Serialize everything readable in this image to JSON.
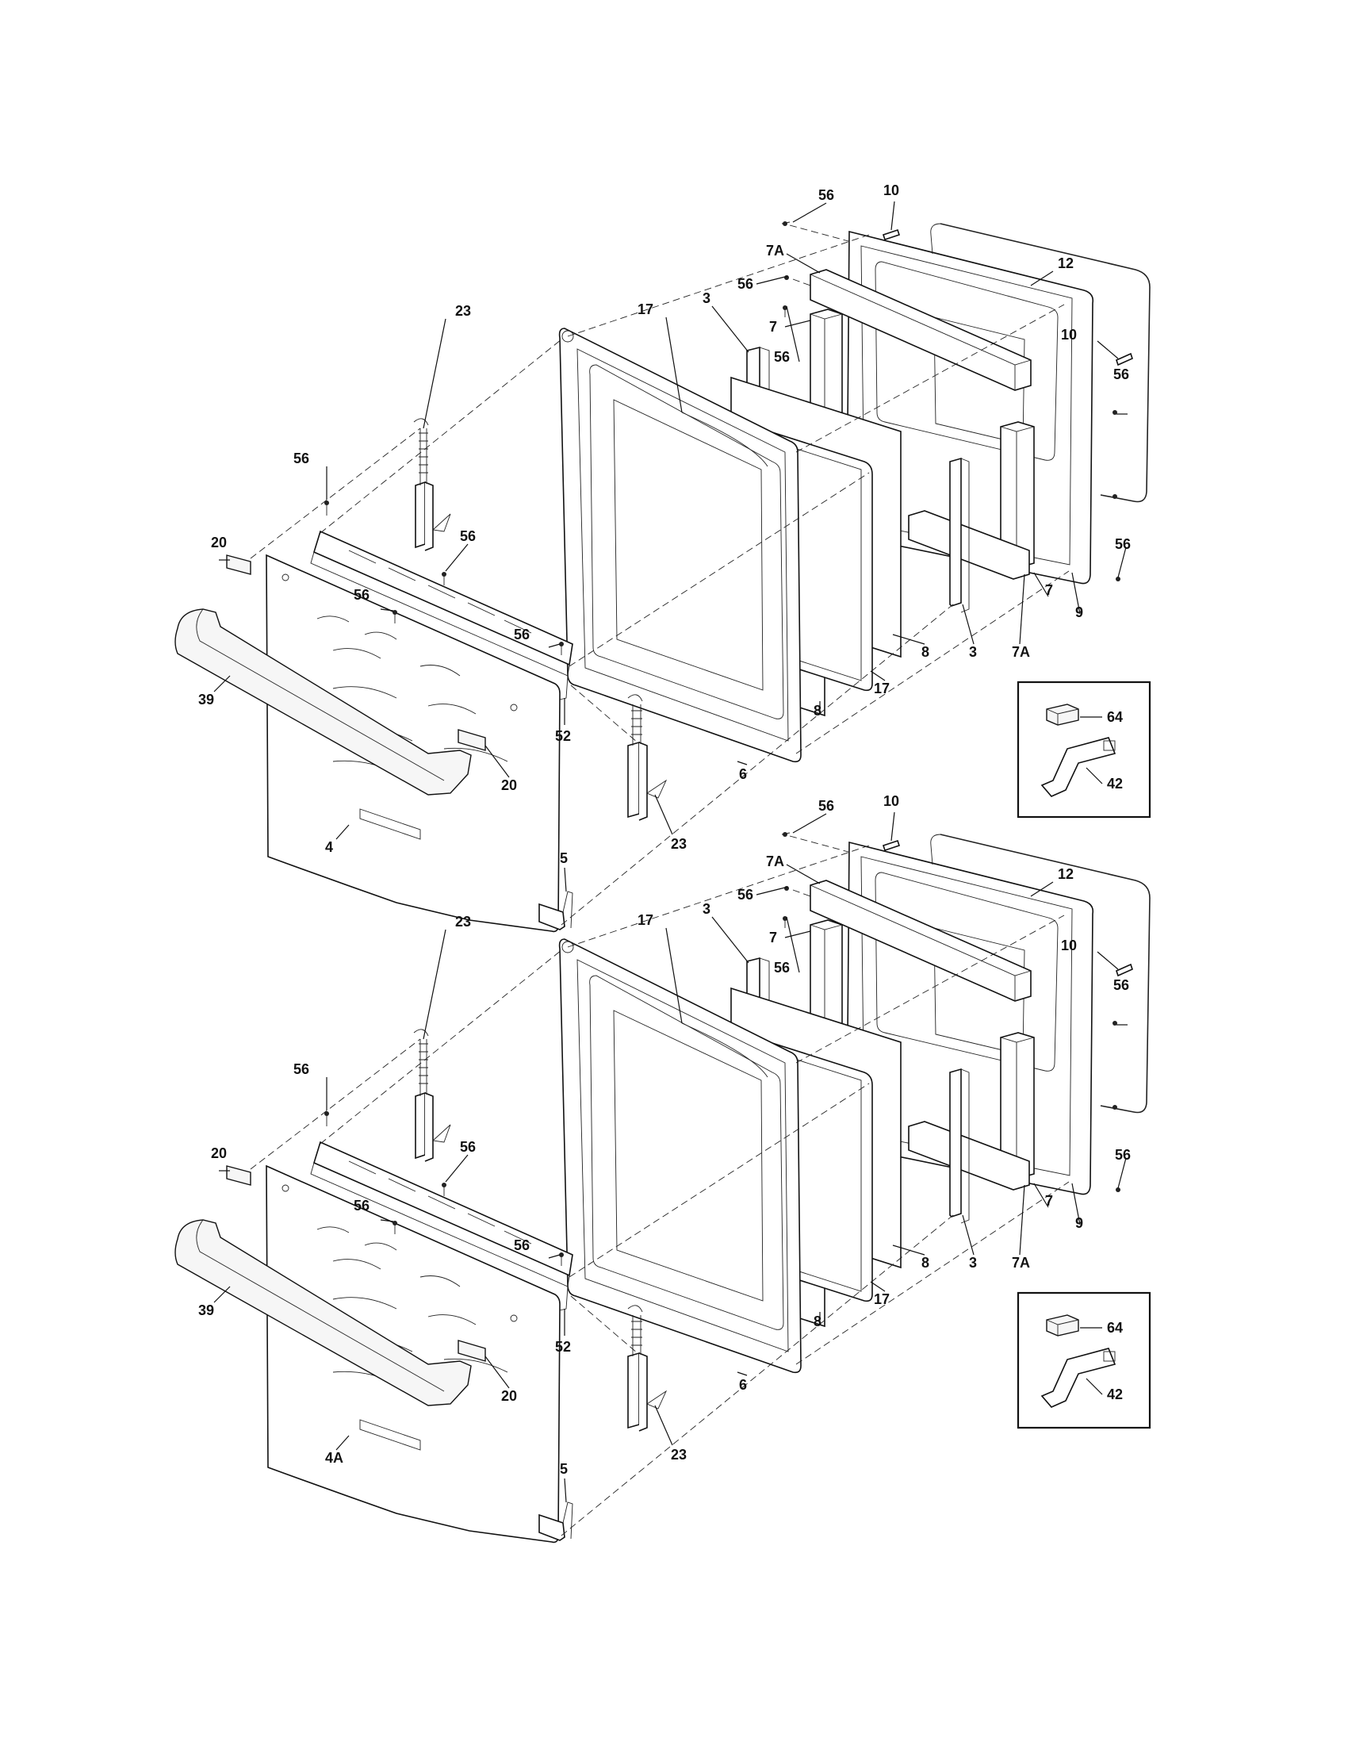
{
  "diagram": {
    "assemblies": [
      {
        "id": "upper",
        "callouts": {
          "c56_top": "56",
          "c10_top": "10",
          "c7A_top": "7A",
          "c12": "12",
          "c56_b": "56",
          "c3_top": "3",
          "c7_top": "7",
          "c10_r": "10",
          "c56_c": "56",
          "c56_r": "56",
          "c17_top": "17",
          "c23_top": "23",
          "c56_d": "56",
          "c56_e": "56",
          "c56_f": "56",
          "c56_g": "56",
          "c20_l": "20",
          "c56_rr": "56",
          "c7_bot": "7",
          "c9": "9",
          "c8_a": "8",
          "c3_bot": "3",
          "c7A_bot": "7A",
          "c17_bot": "17",
          "c8_b": "8",
          "c39": "39",
          "c52": "52",
          "c20_r": "20",
          "c6": "6",
          "c23_bot": "23",
          "c4": "4",
          "c5": "5",
          "c64": "64",
          "c42": "42"
        }
      },
      {
        "id": "lower",
        "callouts": {
          "c56_top": "56",
          "c10_top": "10",
          "c7A_top": "7A",
          "c12": "12",
          "c56_b": "56",
          "c3_top": "3",
          "c7_top": "7",
          "c10_r": "10",
          "c56_c": "56",
          "c56_r": "56",
          "c17_top": "17",
          "c23_top": "23",
          "c56_d": "56",
          "c56_e": "56",
          "c56_f": "56",
          "c56_g": "56",
          "c20_l": "20",
          "c56_rr": "56",
          "c7_bot": "7",
          "c9": "9",
          "c8_a": "8",
          "c3_bot": "3",
          "c7A_bot": "7A",
          "c17_bot": "17",
          "c8_b": "8",
          "c39": "39",
          "c52": "52",
          "c20_r": "20",
          "c6": "6",
          "c23_bot": "23",
          "c4": "4A",
          "c5": "5",
          "c64": "64",
          "c42": "42"
        }
      }
    ]
  }
}
